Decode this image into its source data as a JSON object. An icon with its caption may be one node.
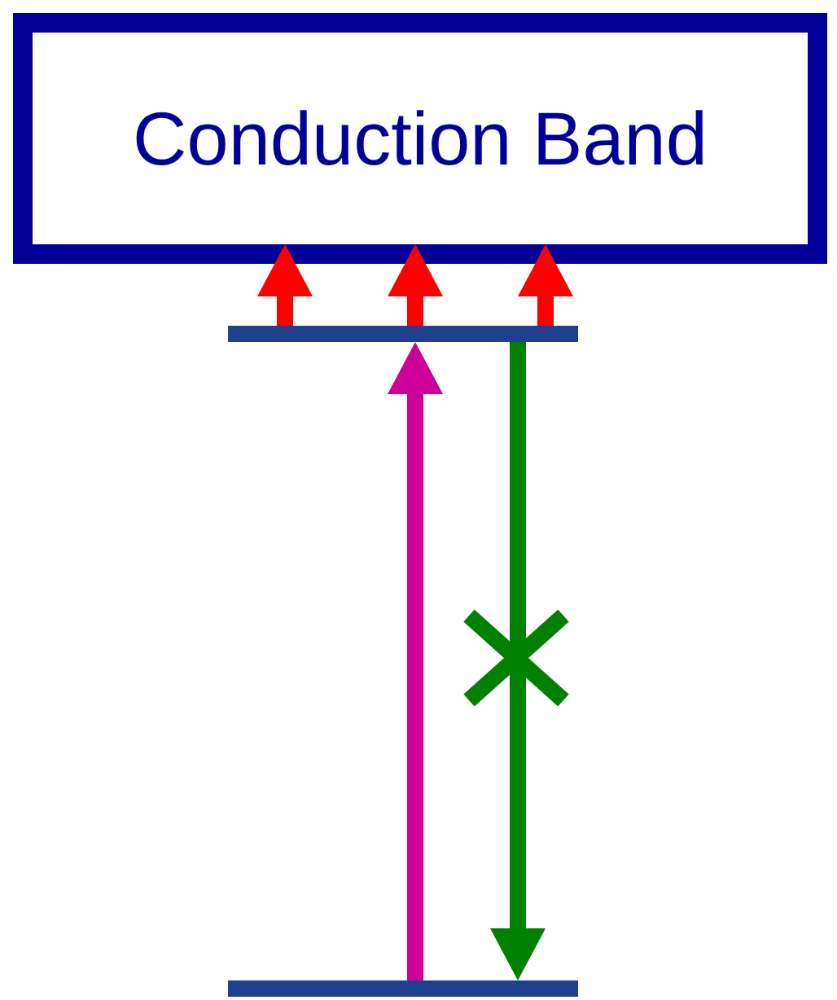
{
  "diagram": {
    "nodes": [
      {
        "text": [
          "Conduction Band"
        ]
      },
      {
        "text": [],
        "shape": "bar"
      },
      {
        "text": [],
        "shape": "bar"
      }
    ],
    "edges": [
      {
        "from": 1,
        "to": 0,
        "arrow": "to",
        "color": "#ff0000"
      },
      {
        "from": 1,
        "to": 0,
        "arrow": "to",
        "color": "#ff0000"
      },
      {
        "from": 1,
        "to": 0,
        "arrow": "to",
        "color": "#ff0000"
      },
      {
        "from": 2,
        "to": 1,
        "arrow": "to",
        "color": "#cc0099"
      },
      {
        "from": 1,
        "to": 2,
        "arrow": "to",
        "color": "#008000"
      }
    ]
  }
}
